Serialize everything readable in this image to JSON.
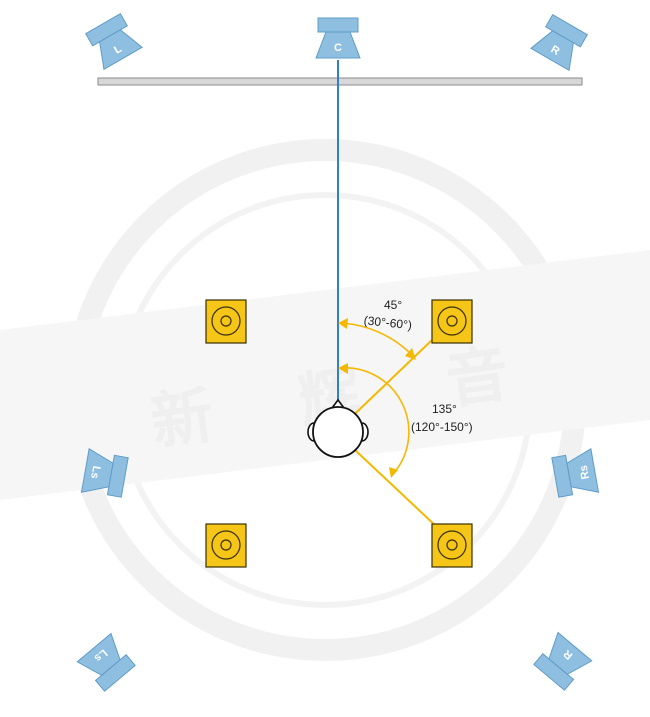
{
  "colors": {
    "speaker_blue": "#8fbfe0",
    "speaker_blue_stroke": "#5f9cc8",
    "woofer_gold": "#f5c518",
    "woofer_stroke": "#3a3000",
    "angle_line": "#f5b800",
    "center_line": "#2f7fd0",
    "screen_fill": "#d8d8d8",
    "screen_stroke": "#8a8a8a",
    "watermark": "#efefef"
  },
  "speakers": {
    "front_left": {
      "label": "L",
      "icon": "speaker-icon"
    },
    "center": {
      "label": "C",
      "icon": "speaker-icon"
    },
    "front_right": {
      "label": "R",
      "icon": "speaker-icon"
    },
    "left_surround": {
      "label": "Ls",
      "icon": "speaker-icon"
    },
    "right_surround": {
      "label": "Rs",
      "icon": "speaker-icon"
    },
    "left_back": {
      "label": "Ls",
      "icon": "speaker-icon"
    },
    "right_back": {
      "label": "R",
      "icon": "speaker-icon"
    }
  },
  "angles": {
    "a45": {
      "value": "45°",
      "range": "(30°-60°)"
    },
    "a135": {
      "value": "135°",
      "range": "(120°-150°)"
    }
  },
  "listener": {
    "icon": "listener-head-icon"
  },
  "watermark": {
    "text": "新辉音"
  }
}
